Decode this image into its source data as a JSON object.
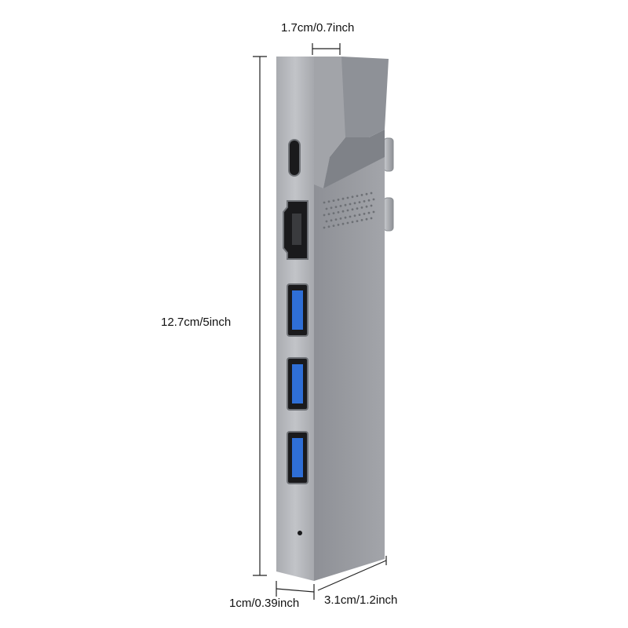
{
  "dimensions": {
    "width_top": "1.7cm/0.7inch",
    "height": "12.7cm/5inch",
    "depth": "1cm/0.39inch",
    "width": "3.1cm/1.2inch"
  },
  "ports": {
    "usb_c_count": 1,
    "hdmi_count": 1,
    "usb_a_count": 3,
    "led_indicator": true,
    "usb_port_color": "#2f6fd6"
  },
  "colors": {
    "body": "#9a9ca2",
    "front_face": "#b8babf",
    "dimension_line": "#222222"
  }
}
